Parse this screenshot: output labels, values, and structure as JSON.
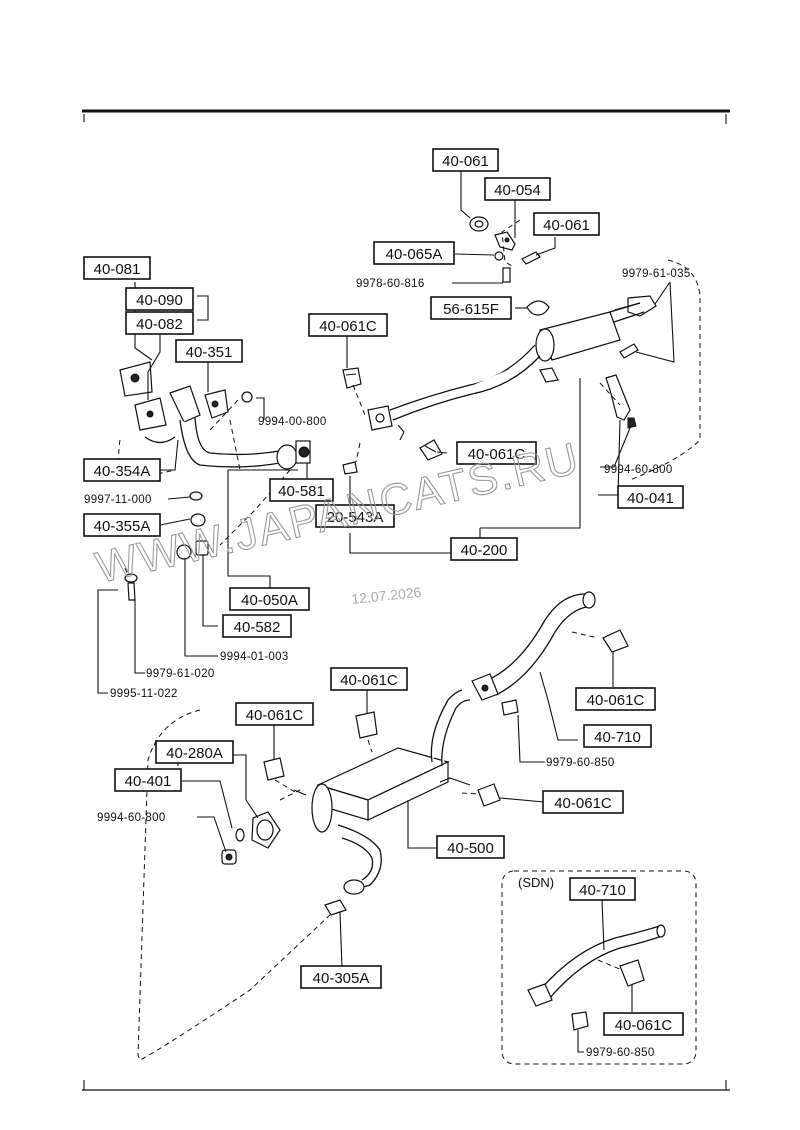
{
  "labels": {
    "l_40_061_top": "40-061",
    "l_40_054": "40-054",
    "l_40_061_right": "40-061",
    "l_40_065A": "40-065A",
    "l_9978_60_816": "9978-60-816",
    "l_56_615F": "56-615F",
    "l_9979_61_035": "9979-61-035",
    "l_40_081": "40-081",
    "l_40_090": "40-090",
    "l_40_082": "40-082",
    "l_40_351": "40-351",
    "l_40_061C_a": "40-061C",
    "l_9994_00_800": "9994-00-800",
    "l_40_061C_b": "40-061C",
    "l_40_354A": "40-354A",
    "l_40_581": "40-581",
    "l_9994_60_800_top": "9994-60-800",
    "l_9997_11_000": "9997-11-000",
    "l_40_041": "40-041",
    "l_20_543A": "20-543A",
    "l_40_355A": "40-355A",
    "l_40_200": "40-200",
    "l_40_050A": "40-050A",
    "l_40_582": "40-582",
    "l_9994_01_003": "9994-01-003",
    "l_9979_61_020": "9979-61-020",
    "l_9995_11_022": "9995-11-022",
    "l_40_061C_c": "40-061C",
    "l_40_061C_d": "40-061C",
    "l_40_061C_e": "40-061C",
    "l_40_710": "40-710",
    "l_40_280A": "40-280A",
    "l_9979_60_850": "9979-60-850",
    "l_40_401": "40-401",
    "l_40_061C_f": "40-061C",
    "l_9994_60_800_bot": "9994-60-800",
    "l_40_500": "40-500",
    "l_40_305A": "40-305A",
    "l_sdn": "(SDN)",
    "l_40_710_sdn": "40-710",
    "l_40_061C_sdn": "40-061C",
    "l_9979_60_850_sdn": "9979-60-850"
  },
  "watermark": "WWW.JAPANCATS.RU",
  "stamp_date": "12.07.2026"
}
